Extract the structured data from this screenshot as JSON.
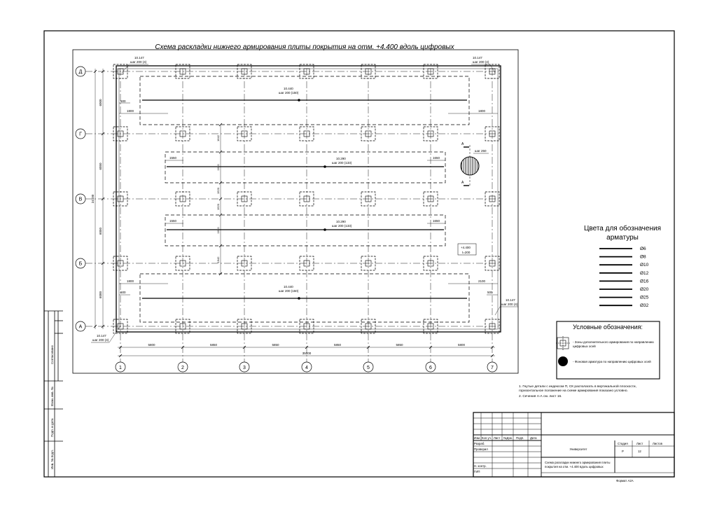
{
  "drawing": {
    "title": "Схема раскладки нижнего армирования плиты покрытия на отм. +4.400 вдоль цифровых"
  },
  "axes": {
    "numeric": [
      "1",
      "2",
      "3",
      "4",
      "5",
      "6",
      "7"
    ],
    "letters": [
      "Д",
      "Г",
      "В",
      "Б",
      "А"
    ]
  },
  "dimensions": {
    "bottom_spans": [
      "5800",
      "5850",
      "5850",
      "5850",
      "5850",
      "5800"
    ],
    "total": "35000",
    "left_spans": [
      "6000",
      "6050",
      "6050",
      "6000"
    ],
    "left_total": "24100",
    "left_small": [
      "1642",
      "1610",
      "1520",
      "1520",
      "1610",
      "1642"
    ]
  },
  "rebar_labels": {
    "top_main_a": "10.440",
    "top_main_b": "шаг 200 (150)",
    "mid1_a": "10.290",
    "mid1_b": "шаг 200 (133)",
    "mid2_a": "10.290",
    "mid2_b": "шаг 200 (133)",
    "bot_main_a": "10.440",
    "bot_main_b": "шаг 200 (150)",
    "corner_a": "10.147",
    "corner_b": "шаг 200 (4)",
    "d1800": "1800",
    "d1550": "1550",
    "d1650": "1650",
    "d2100": "2100",
    "d500": "500",
    "section": "А",
    "section_step": "шаг 250",
    "mark_a": "+4.400",
    "mark_b": "t=200"
  },
  "legend": {
    "title_line1": "Цвета для обозначения",
    "title_line2": "арматуры",
    "items": [
      "Ø6",
      "Ø8",
      "Ø10",
      "Ø12",
      "Ø16",
      "Ø20",
      "Ø25",
      "Ø32"
    ]
  },
  "symbols": {
    "title": "Условные обозначения:",
    "item1_line1": "- Зоны дополнительного армирования по направлению",
    "item1_line2": "цифровых осей",
    "item2": "- Фоновая арматура по направлению цифровых осей"
  },
  "notes": {
    "line1": "1. Гнутые детали с индексом П, СК располагать в вертикальной плоскости,",
    "line2": "горизонтальное положение на схеме армирования показано условно.",
    "line3": "2. Сечения А-А см. лист 16."
  },
  "stamp": {
    "headers": [
      "Изм.",
      "Кол.уч.",
      "Лист",
      "№Док.",
      "Подп.",
      "Дата"
    ],
    "razrab": "Разраб.",
    "proveril": "Проверил",
    "nkontr": "Н. контр.",
    "gip": "ГИП",
    "org": "Университет",
    "sheet_title_1": "Схема раскладки нижнего армирования плиты",
    "sheet_title_2": "покрытия на отм. +4.400 вдоль цифровых",
    "stage_h": "Стадия",
    "list_h": "Лист",
    "lists_h": "Листов",
    "stage": "Р",
    "list": "12",
    "format": "Формат А2А"
  },
  "side_stamp": {
    "soglasovano": "Согласовано",
    "vzam": "Взам. инв. №",
    "podp": "Подп. и дата",
    "inv": "Инв. № подл."
  }
}
